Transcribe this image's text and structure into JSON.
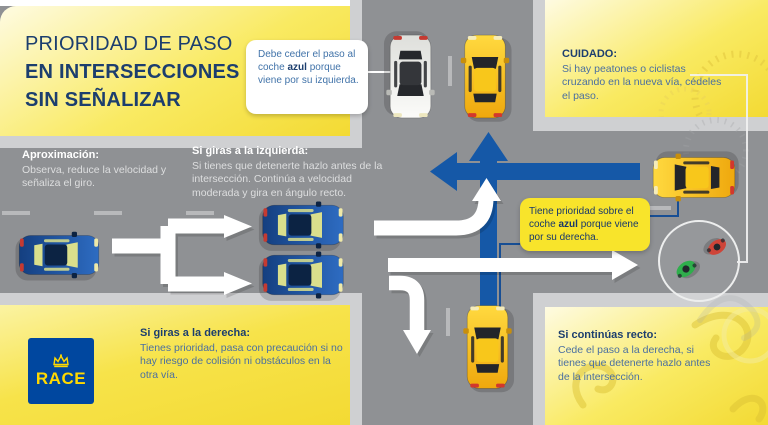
{
  "palette": {
    "panel_yellow": "#F7E44E",
    "road_gray": "#8F9194",
    "curb_gray": "#CFD0D2",
    "arrow_blue": "#1558A7",
    "arrow_white": "#FFFFFF",
    "navy_heading": "#1C3E6E",
    "body_text_blue": "#4A6FA0",
    "race_blue": "#00479F",
    "race_yellow": "#FFD900",
    "callout_yellow": "#F8E42B"
  },
  "title": {
    "line1": "PRIORIDAD DE PASO",
    "line2": "EN INTERSECCIONES",
    "line3": "SIN SEÑALIZAR"
  },
  "sections": {
    "approach": {
      "heading": "Aproximación:",
      "body": "Observa, reduce la velocidad y señaliza el giro."
    },
    "turn_left": {
      "heading": "Si giras a la izquierda:",
      "body": "Si tienes que detenerte hazlo antes de la intersección. Continúa a velocidad moderada y gira en ángulo recto."
    },
    "caution": {
      "heading": "CUIDADO:",
      "body": "Si hay peatones o ciclistas cruzando en la nueva vía, cédeles el paso."
    },
    "turn_right": {
      "heading": "Si giras a la derecha:",
      "body": "Tienes prioridad, pasa con precaución si no hay riesgo de colisión ni obstáculos en la otra vía."
    },
    "straight": {
      "heading": "Si continúas recto:",
      "body": "Cede el paso a la derecha, si tienes que detenerte hazlo antes de la intersección."
    }
  },
  "callouts": {
    "yield_left": {
      "pre": "Debe ceder el paso al coche ",
      "bold": "azul",
      "post": " porque viene por su izquierda."
    },
    "priority_right": {
      "pre": "Tiene prioridad sobre el coche ",
      "bold": "azul",
      "post": " porque viene por su derecha."
    }
  },
  "logo": {
    "text": "RACE"
  }
}
